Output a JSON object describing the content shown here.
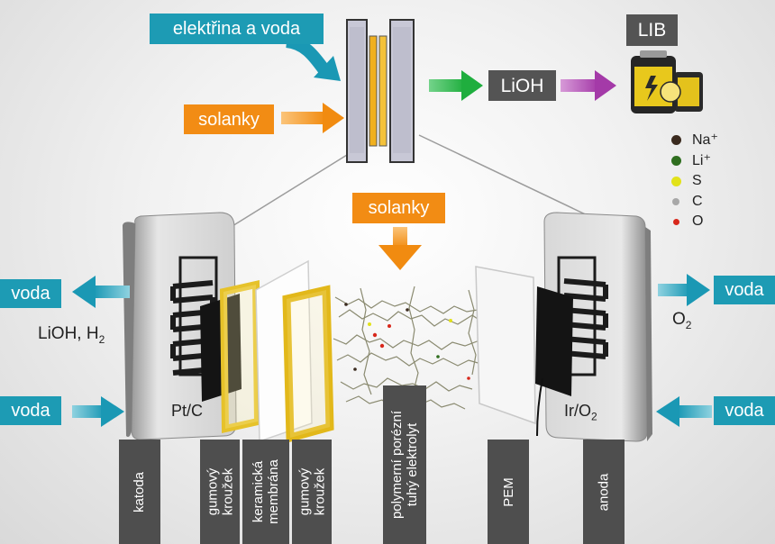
{
  "top": {
    "input_power_water": "elektřina a voda",
    "input_brine": "solanky",
    "product": "LiOH",
    "battery": "LIB"
  },
  "legend": [
    {
      "symbol": "Na⁺",
      "color": "#3a2a1e"
    },
    {
      "symbol": "Li⁺",
      "color": "#2f6e1f"
    },
    {
      "symbol": "S",
      "color": "#e2e21a"
    },
    {
      "symbol": "C",
      "color": "#a8a8a8"
    },
    {
      "symbol": "O",
      "color": "#d8281c"
    }
  ],
  "center_input": "solanky",
  "left": {
    "water_out": "voda",
    "outputs": "LiOH, H",
    "outputs_sub": "2",
    "water_in": "voda",
    "catalyst": "Pt/C"
  },
  "right": {
    "water_out": "voda",
    "gas": "O",
    "gas_sub": "2",
    "water_in": "voda",
    "catalyst": "Ir/O",
    "catalyst_sub": "2"
  },
  "parts": {
    "cathode": "katoda",
    "gasket1": [
      "gumový",
      "kroužek"
    ],
    "membrane": [
      "keramická",
      "membrána"
    ],
    "gasket2": [
      "gumový",
      "kroužek"
    ],
    "electrolyte": [
      "polymerní porézní",
      "tuhý elektrolyt"
    ],
    "pem": "PEM",
    "anode": "anoda"
  }
}
